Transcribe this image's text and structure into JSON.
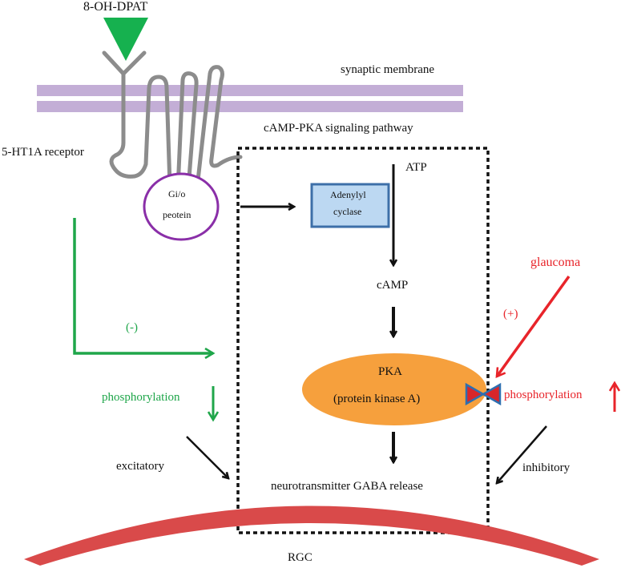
{
  "labels": {
    "ligand": "8-OH-DPAT",
    "membrane": "synaptic membrane",
    "receptor": "5-HT1A receptor",
    "pathway": "cAMP-PKA signaling pathway",
    "gprotein_line1": "Gi/o",
    "gprotein_line2": "peotein",
    "adenylyl_line1": "Adenylyl",
    "adenylyl_line2": "cyclase",
    "atp": "ATP",
    "camp": "cAMP",
    "pka_line1": "PKA",
    "pka_line2": "(protein kinase A)",
    "glaucoma": "glaucoma",
    "plus": "(+)",
    "minus": "(-)",
    "phos_left": "phosphorylation",
    "phos_right": "phosphorylation",
    "excitatory": "excitatory",
    "inhibitory": "inhibitory",
    "release": "neurotransmitter GABA release",
    "rgc": "RGC"
  },
  "colors": {
    "ligand": "#16b14f",
    "membrane": "#c3aed6",
    "receptor": "#8c8c8c",
    "gprotein_outline": "#8a2fa8",
    "adenylyl_fill": "#bcd8f2",
    "adenylyl_border": "#3d6fa8",
    "pka_fill": "#f6a03d",
    "green_arrow": "#1fa64a",
    "red_arrow": "#e8242a",
    "rgc": "#d94a4a",
    "bowtie_fill": "#d8262b",
    "bowtie_border": "#2e6fb0"
  }
}
